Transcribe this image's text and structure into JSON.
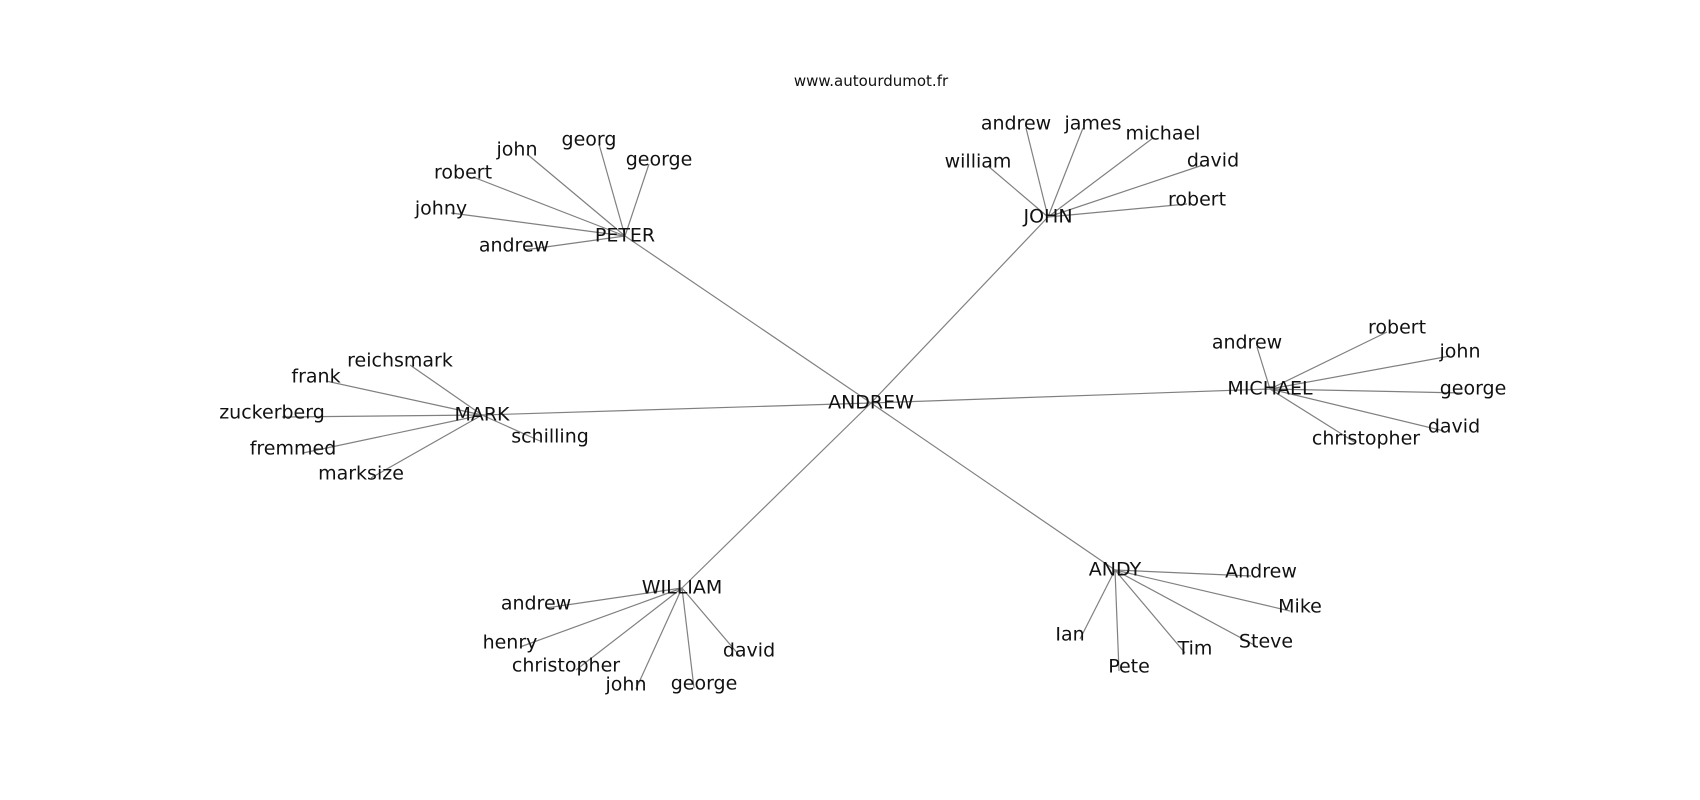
{
  "header": {
    "source": "www.autourdumot.fr"
  },
  "graph": {
    "root": "ANDREW",
    "hubs": [
      {
        "name": "PETER",
        "words": [
          "john",
          "georg",
          "george",
          "robert",
          "johny",
          "andrew"
        ]
      },
      {
        "name": "JOHN",
        "words": [
          "andrew",
          "james",
          "michael",
          "william",
          "david",
          "robert"
        ]
      },
      {
        "name": "MARK",
        "words": [
          "reichsmark",
          "frank",
          "zuckerberg",
          "fremmed",
          "marksize",
          "schilling"
        ]
      },
      {
        "name": "MICHAEL",
        "words": [
          "andrew",
          "robert",
          "john",
          "george",
          "david",
          "christopher"
        ]
      },
      {
        "name": "WILLIAM",
        "words": [
          "andrew",
          "henry",
          "christopher",
          "john",
          "george",
          "david"
        ]
      },
      {
        "name": "ANDY",
        "words": [
          "Andrew",
          "Mike",
          "Steve",
          "Tim",
          "Pete",
          "Ian"
        ]
      }
    ]
  }
}
